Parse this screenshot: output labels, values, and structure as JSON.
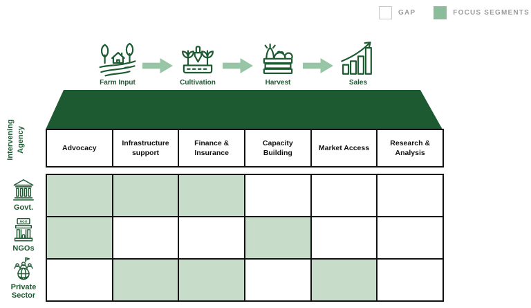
{
  "colors": {
    "dark_green": "#1d5a31",
    "focus_cell": "#c7dcc9",
    "arrow_green": "#97c5a5",
    "legend_green": "#8cbd9a",
    "legend_text": "#9b9b9b",
    "grid_border": "#111111"
  },
  "legend": {
    "items": [
      {
        "id": "gap",
        "label": "GAP"
      },
      {
        "id": "focus",
        "label": "FOCUS SEGMENTS"
      }
    ]
  },
  "value_chain": {
    "stages": [
      {
        "label": "Farm Input",
        "icon": "farm-icon"
      },
      {
        "label": "Cultivation",
        "icon": "cultivation-icon"
      },
      {
        "label": "Harvest",
        "icon": "harvest-crate-icon"
      },
      {
        "label": "Sales",
        "icon": "sales-growth-icon"
      }
    ],
    "arrow_icon": "flow-arrow-icon"
  },
  "matrix": {
    "axis_label": "Intervening\nAgency",
    "columns": [
      "Advocacy",
      "Infrastructure support",
      "Finance & Insurance",
      "Capacity Building",
      "Market Access",
      "Research & Analysis"
    ],
    "rows": [
      {
        "label": "Govt.",
        "icon": "government-building-icon",
        "cells": [
          "focus",
          "focus",
          "focus",
          "gap",
          "gap",
          "gap"
        ]
      },
      {
        "label": "NGOs",
        "icon": "ngo-building-icon",
        "cells": [
          "focus",
          "gap",
          "gap",
          "focus",
          "gap",
          "gap"
        ]
      },
      {
        "label": "Private Sector",
        "icon": "private-sector-globe-icon",
        "cells": [
          "gap",
          "focus",
          "focus",
          "gap",
          "focus",
          "gap"
        ]
      }
    ],
    "cell_states": {
      "focus": "FOCUS SEGMENTS",
      "gap": "GAP"
    }
  }
}
